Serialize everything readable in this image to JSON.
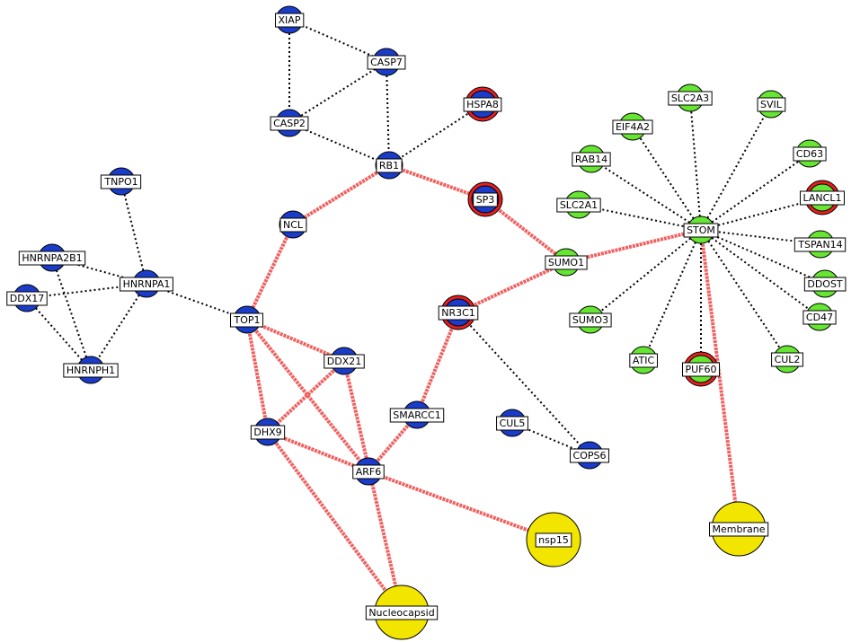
{
  "colors": {
    "protein_node": "#1a3cc8",
    "host_node": "#66e632",
    "viral_node": "#f2e600",
    "highlight_ring": "#e61e1e",
    "functional_edge": "#f06060",
    "interaction_edge": "#000000",
    "label_bg": "#ffffff"
  },
  "nodes": [
    {
      "id": "XIAP",
      "label": "XIAP",
      "kind": "blue"
    },
    {
      "id": "CASP7",
      "label": "CASP7",
      "kind": "blue"
    },
    {
      "id": "CASP2",
      "label": "CASP2",
      "kind": "blue"
    },
    {
      "id": "HSPA8",
      "label": "HSPA8",
      "kind": "blue",
      "ring": true
    },
    {
      "id": "RB1",
      "label": "RB1",
      "kind": "blue"
    },
    {
      "id": "SP3",
      "label": "SP3",
      "kind": "blue",
      "ring": true
    },
    {
      "id": "NCL",
      "label": "NCL",
      "kind": "blue"
    },
    {
      "id": "TNPO1",
      "label": "TNPO1",
      "kind": "blue"
    },
    {
      "id": "HNRNPA2B1",
      "label": "HNRNPA2B1",
      "kind": "blue"
    },
    {
      "id": "HNRNPA1",
      "label": "HNRNPA1",
      "kind": "blue"
    },
    {
      "id": "DDX17",
      "label": "DDX17",
      "kind": "blue"
    },
    {
      "id": "HNRNPH1",
      "label": "HNRNPH1",
      "kind": "blue"
    },
    {
      "id": "TOP1",
      "label": "TOP1",
      "kind": "blue"
    },
    {
      "id": "DDX21",
      "label": "DDX21",
      "kind": "blue"
    },
    {
      "id": "DHX9",
      "label": "DHX9",
      "kind": "blue"
    },
    {
      "id": "NR3C1",
      "label": "NR3C1",
      "kind": "blue",
      "ring": true
    },
    {
      "id": "SMARCC1",
      "label": "SMARCC1",
      "kind": "blue"
    },
    {
      "id": "ARF6",
      "label": "ARF6",
      "kind": "blue"
    },
    {
      "id": "CUL5",
      "label": "CUL5",
      "kind": "blue"
    },
    {
      "id": "COPS6",
      "label": "COPS6",
      "kind": "blue"
    },
    {
      "id": "SUMO1",
      "label": "SUMO1",
      "kind": "green"
    },
    {
      "id": "STOM",
      "label": "STOM",
      "kind": "green"
    },
    {
      "id": "SLC2A3",
      "label": "SLC2A3",
      "kind": "green"
    },
    {
      "id": "SVIL",
      "label": "SVIL",
      "kind": "green"
    },
    {
      "id": "EIF4A2",
      "label": "EIF4A2",
      "kind": "green"
    },
    {
      "id": "CD63",
      "label": "CD63",
      "kind": "green"
    },
    {
      "id": "RAB14",
      "label": "RAB14",
      "kind": "green"
    },
    {
      "id": "LANCL1",
      "label": "LANCL1",
      "kind": "green",
      "ring": true
    },
    {
      "id": "SLC2A1",
      "label": "SLC2A1",
      "kind": "green"
    },
    {
      "id": "TSPAN14",
      "label": "TSPAN14",
      "kind": "green"
    },
    {
      "id": "DDOST",
      "label": "DDOST",
      "kind": "green"
    },
    {
      "id": "SUMO3",
      "label": "SUMO3",
      "kind": "green"
    },
    {
      "id": "CD47",
      "label": "CD47",
      "kind": "green"
    },
    {
      "id": "ATIC",
      "label": "ATIC",
      "kind": "green"
    },
    {
      "id": "PUF60",
      "label": "PUF60",
      "kind": "green",
      "ring": true
    },
    {
      "id": "CUL2",
      "label": "CUL2",
      "kind": "green"
    },
    {
      "id": "nsp15",
      "label": "nsp15",
      "kind": "yellow"
    },
    {
      "id": "Membrane",
      "label": "Membrane",
      "kind": "yellow"
    },
    {
      "id": "Nucleocapsid",
      "label": "Nucleocapsid",
      "kind": "yellow"
    }
  ],
  "edges": [
    {
      "a": "XIAP",
      "b": "CASP7",
      "type": "dotted"
    },
    {
      "a": "XIAP",
      "b": "CASP2",
      "type": "dotted"
    },
    {
      "a": "CASP7",
      "b": "CASP2",
      "type": "dotted"
    },
    {
      "a": "CASP7",
      "b": "RB1",
      "type": "dotted"
    },
    {
      "a": "CASP2",
      "b": "RB1",
      "type": "dotted"
    },
    {
      "a": "HSPA8",
      "b": "RB1",
      "type": "dotted"
    },
    {
      "a": "RB1",
      "b": "NCL",
      "type": "red"
    },
    {
      "a": "RB1",
      "b": "SP3",
      "type": "red"
    },
    {
      "a": "SP3",
      "b": "SUMO1",
      "type": "red"
    },
    {
      "a": "NCL",
      "b": "TOP1",
      "type": "red"
    },
    {
      "a": "TNPO1",
      "b": "HNRNPA1",
      "type": "dotted"
    },
    {
      "a": "HNRNPA2B1",
      "b": "HNRNPA1",
      "type": "dotted"
    },
    {
      "a": "HNRNPA2B1",
      "b": "HNRNPH1",
      "type": "dotted"
    },
    {
      "a": "DDX17",
      "b": "HNRNPA1",
      "type": "dotted"
    },
    {
      "a": "DDX17",
      "b": "HNRNPH1",
      "type": "dotted"
    },
    {
      "a": "HNRNPA1",
      "b": "HNRNPH1",
      "type": "dotted"
    },
    {
      "a": "HNRNPA1",
      "b": "TOP1",
      "type": "dotted"
    },
    {
      "a": "TOP1",
      "b": "DDX21",
      "type": "red"
    },
    {
      "a": "TOP1",
      "b": "DHX9",
      "type": "red"
    },
    {
      "a": "TOP1",
      "b": "ARF6",
      "type": "red"
    },
    {
      "a": "DDX21",
      "b": "DHX9",
      "type": "red"
    },
    {
      "a": "DDX21",
      "b": "Nucleocapsid",
      "type": "red"
    },
    {
      "a": "DHX9",
      "b": "Nucleocapsid",
      "type": "red"
    },
    {
      "a": "DHX9",
      "b": "ARF6",
      "type": "red"
    },
    {
      "a": "NR3C1",
      "b": "SUMO1",
      "type": "red"
    },
    {
      "a": "NR3C1",
      "b": "SMARCC1",
      "type": "red"
    },
    {
      "a": "NR3C1",
      "b": "COPS6",
      "type": "dotted"
    },
    {
      "a": "SMARCC1",
      "b": "ARF6",
      "type": "red"
    },
    {
      "a": "ARF6",
      "b": "nsp15",
      "type": "red"
    },
    {
      "a": "CUL5",
      "b": "COPS6",
      "type": "dotted"
    },
    {
      "a": "SUMO1",
      "b": "STOM",
      "type": "red"
    },
    {
      "a": "STOM",
      "b": "Membrane",
      "type": "red"
    },
    {
      "a": "STOM",
      "b": "SLC2A3",
      "type": "dotted"
    },
    {
      "a": "STOM",
      "b": "SVIL",
      "type": "dotted"
    },
    {
      "a": "STOM",
      "b": "EIF4A2",
      "type": "dotted"
    },
    {
      "a": "STOM",
      "b": "CD63",
      "type": "dotted"
    },
    {
      "a": "STOM",
      "b": "RAB14",
      "type": "dotted"
    },
    {
      "a": "STOM",
      "b": "LANCL1",
      "type": "dotted"
    },
    {
      "a": "STOM",
      "b": "SLC2A1",
      "type": "dotted"
    },
    {
      "a": "STOM",
      "b": "TSPAN14",
      "type": "dotted"
    },
    {
      "a": "STOM",
      "b": "DDOST",
      "type": "dotted"
    },
    {
      "a": "STOM",
      "b": "SUMO3",
      "type": "dotted"
    },
    {
      "a": "STOM",
      "b": "CD47",
      "type": "dotted"
    },
    {
      "a": "STOM",
      "b": "ATIC",
      "type": "dotted"
    },
    {
      "a": "STOM",
      "b": "PUF60",
      "type": "dotted"
    },
    {
      "a": "STOM",
      "b": "CUL2",
      "type": "dotted"
    }
  ]
}
